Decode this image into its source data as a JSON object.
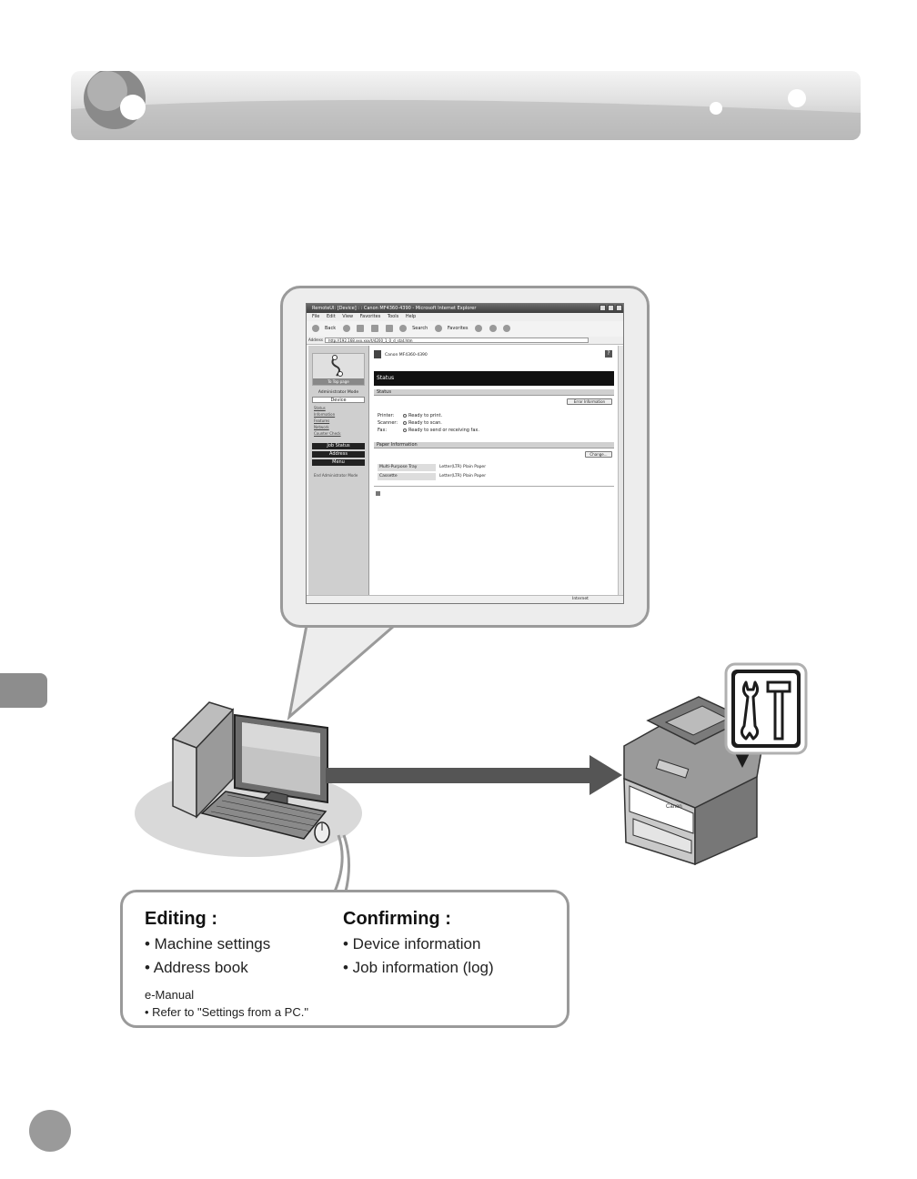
{
  "browser": {
    "title": "RemoteUI: [Device] : : Canon MF4360-4390 - Microsoft Internet Explorer",
    "menu": [
      "File",
      "Edit",
      "View",
      "Favorites",
      "Tools",
      "Help"
    ],
    "toolbar": {
      "back": "Back",
      "search": "Search",
      "favorites": "Favorites"
    },
    "address_label": "Address",
    "address": "http://192.168.xxx.xxx/t/4200_1_0_d_stat.htm",
    "device_name": "Canon MF4360-4390",
    "left": {
      "top_page": "To Top page",
      "mode": "Administrator Mode",
      "device": "Device",
      "sub_items": [
        "Status",
        "Information",
        "Features",
        "Network",
        "Counter Check"
      ],
      "job_status": "Job Status",
      "address": "Address",
      "menu": "Menu",
      "end_admin": "End Administrator Mode"
    },
    "main": {
      "header": "Status",
      "status_section": "Status",
      "error_button": "Error Information",
      "rows": [
        {
          "k": "Printer:",
          "v": "Ready to print."
        },
        {
          "k": "Scanner:",
          "v": "Ready to scan."
        },
        {
          "k": "Fax:",
          "v": "Ready to send or receiving fax."
        }
      ],
      "paper_section": "Paper Information",
      "change_button": "Change...",
      "paper_rows": [
        {
          "k": "Multi-Purpose Tray",
          "v": "Letter(LTR) Plain Paper"
        },
        {
          "k": "Cassette",
          "v": "Letter(LTR) Plain Paper"
        }
      ]
    },
    "status_zone": "Internet"
  },
  "info": {
    "editing_title": "Editing :",
    "editing_items": [
      "• Machine settings",
      "• Address book"
    ],
    "confirming_title": "Confirming :",
    "confirming_items": [
      "• Device information",
      "• Job information (log)"
    ],
    "emanual": "e-Manual",
    "emanual_ref": "• Refer to \"Settings from a PC.\""
  },
  "printer_brand": "Canon"
}
